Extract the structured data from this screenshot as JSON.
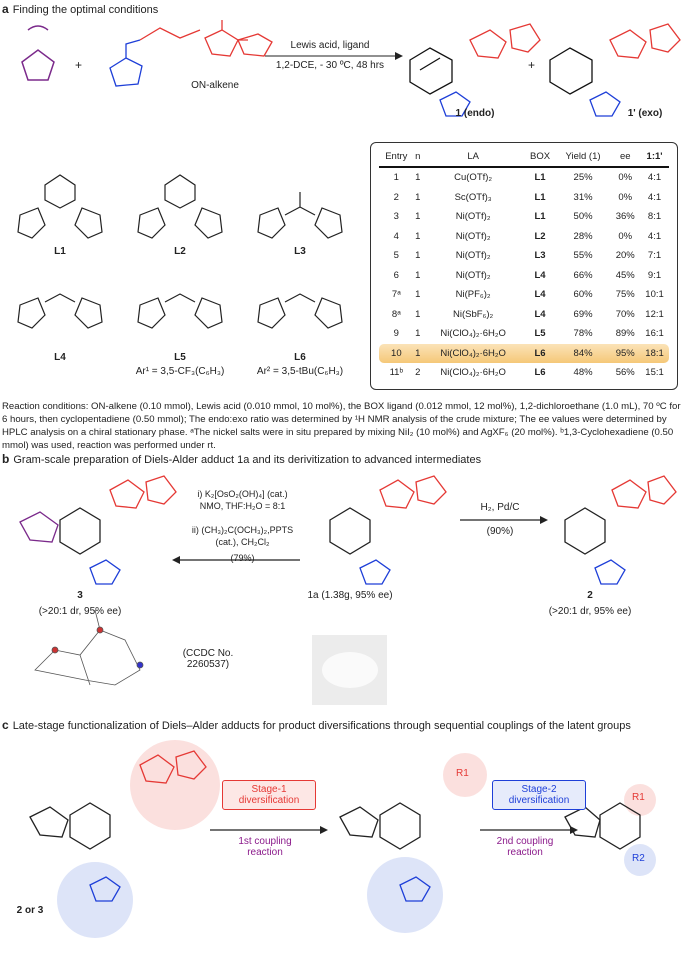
{
  "section_a": {
    "letter": "a",
    "title": "Finding the optimal conditions",
    "reagent_label": "ON-alkene",
    "arrow_top": "Lewis acid, ligand",
    "arrow_bottom": "1,2-DCE, - 30 ºC, 48 hrs",
    "product1": "1 (endo)",
    "product2": "1' (exo)",
    "plus": "+",
    "ligands": [
      "L1",
      "L2",
      "L3",
      "L4",
      "L5",
      "L6"
    ],
    "l5_note": "Ar¹ = 3,5-CF₃(C₆H₃)",
    "l6_note": "Ar² = 3,5-tBu(C₆H₃)"
  },
  "table": {
    "headers": [
      "Entry",
      "n",
      "LA",
      "BOX",
      "Yield (1)",
      "ee",
      "1:1'"
    ],
    "rows": [
      [
        "1",
        "1",
        "Cu(OTf)₂",
        "L1",
        "25%",
        "0%",
        "4:1"
      ],
      [
        "2",
        "1",
        "Sc(OTf)₃",
        "L1",
        "31%",
        "0%",
        "4:1"
      ],
      [
        "3",
        "1",
        "Ni(OTf)₂",
        "L1",
        "50%",
        "36%",
        "8:1"
      ],
      [
        "4",
        "1",
        "Ni(OTf)₂",
        "L2",
        "28%",
        "0%",
        "4:1"
      ],
      [
        "5",
        "1",
        "Ni(OTf)₂",
        "L3",
        "55%",
        "20%",
        "7:1"
      ],
      [
        "6",
        "1",
        "Ni(OTf)₂",
        "L4",
        "66%",
        "45%",
        "9:1"
      ],
      [
        "7ᵃ",
        "1",
        "Ni(PF₆)₂",
        "L4",
        "60%",
        "75%",
        "10:1"
      ],
      [
        "8ᵃ",
        "1",
        "Ni(SbF₆)₂",
        "L4",
        "69%",
        "70%",
        "12:1"
      ],
      [
        "9",
        "1",
        "Ni(ClO₄)₂·6H₂O",
        "L5",
        "78%",
        "89%",
        "16:1"
      ],
      [
        "10",
        "1",
        "Ni(ClO₄)₂·6H₂O",
        "L6",
        "84%",
        "95%",
        "18:1"
      ],
      [
        "11ᵇ",
        "2",
        "Ni(ClO₄)₂·6H₂O",
        "L6",
        "48%",
        "56%",
        "15:1"
      ]
    ],
    "highlight_row": 10,
    "highlight_color": "#f5c878"
  },
  "caption": "Reaction conditions: ON-alkene (0.10 mmol), Lewis acid (0.010 mmol, 10 mol%), the BOX ligand (0.012 mmol, 12 mol%), 1,2-dichloroethane (1.0 mL), 70 ºC for 6 hours, then cyclopentadiene (0.50 mmol); The endo:exo ratio was determined by ¹H NMR analysis of the crude mixture; The ee values were determined by HPLC analysis on a chiral stationary phase. ᵃThe nickel salts were in situ prepared by mixing NiI₂ (10 mol%) and AgXF₆ (20 mol%). ᵇ1,3-Cyclohexadiene (0.50 mmol) was used, reaction was performed under rt.",
  "section_b": {
    "letter": "b",
    "title": "Gram-scale preparation of Diels-Alder adduct 1a and its derivitization to advanced intermediates",
    "left_step1": "i) K₂[OsO₂(OH)₄] (cat.)",
    "left_step2": "NMO, THF:H₂O = 8:1",
    "left_step3": "ii) (CH₃)₂C(OCH₃)₂,PPTS",
    "left_step4": "(cat.), CH₂Cl₂",
    "left_yield": "(79%)",
    "right_reagent": "H₂, Pd/C",
    "right_yield": "(90%)",
    "cmp3": "3",
    "cmp3_note": "(>20:1 dr, 95% ee)",
    "cmp1a": "1a (1.38g, 95% ee)",
    "cmp2": "2",
    "cmp2_note": "(>20:1 dr, 95% ee)",
    "ccdc": "(CCDC No. 2260537)"
  },
  "section_c": {
    "letter": "c",
    "title": "Late-stage functionalization of Diels–Alder adducts for product diversifications through sequential couplings of the latent groups",
    "start": "2 or 3",
    "stage1": "Stage-1 diversification",
    "stage1_color": "#e53935",
    "stage2": "Stage-2 diversification",
    "stage2_color": "#1e3fd8",
    "step1": "1st coupling reaction",
    "step2": "2nd coupling reaction",
    "r1": "R1",
    "r2": "R2",
    "arrow_text_color": "#8b1a8b"
  }
}
